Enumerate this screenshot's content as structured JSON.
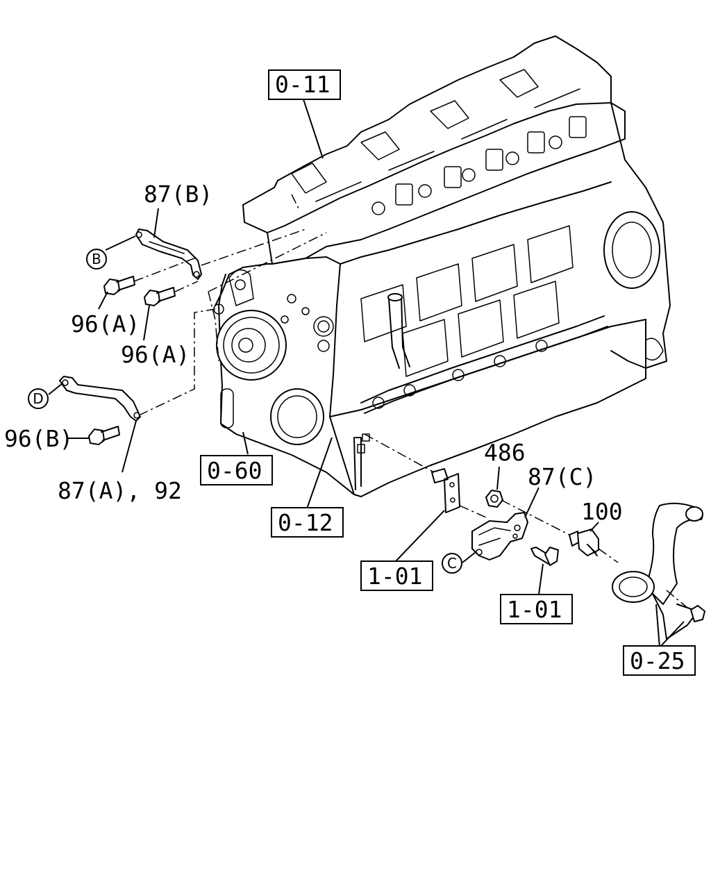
{
  "references": {
    "block_head": "0-11",
    "front_cover": "0-60",
    "crankcase": "0-12",
    "bracket_a": "1-01",
    "bracket_b": "1-01",
    "hose": "0-25"
  },
  "part_labels": {
    "bracket_87b": "87(B)",
    "bolt_96a_1": "96(A)",
    "bolt_96a_2": "96(A)",
    "bolt_96b": "96(B)",
    "bracket_87a_92": "87(A), 92",
    "nut_486": "486",
    "bracket_87c": "87(C)",
    "sensor_100": "100"
  },
  "callouts": {
    "b": "B",
    "c": "C",
    "d": "D"
  }
}
